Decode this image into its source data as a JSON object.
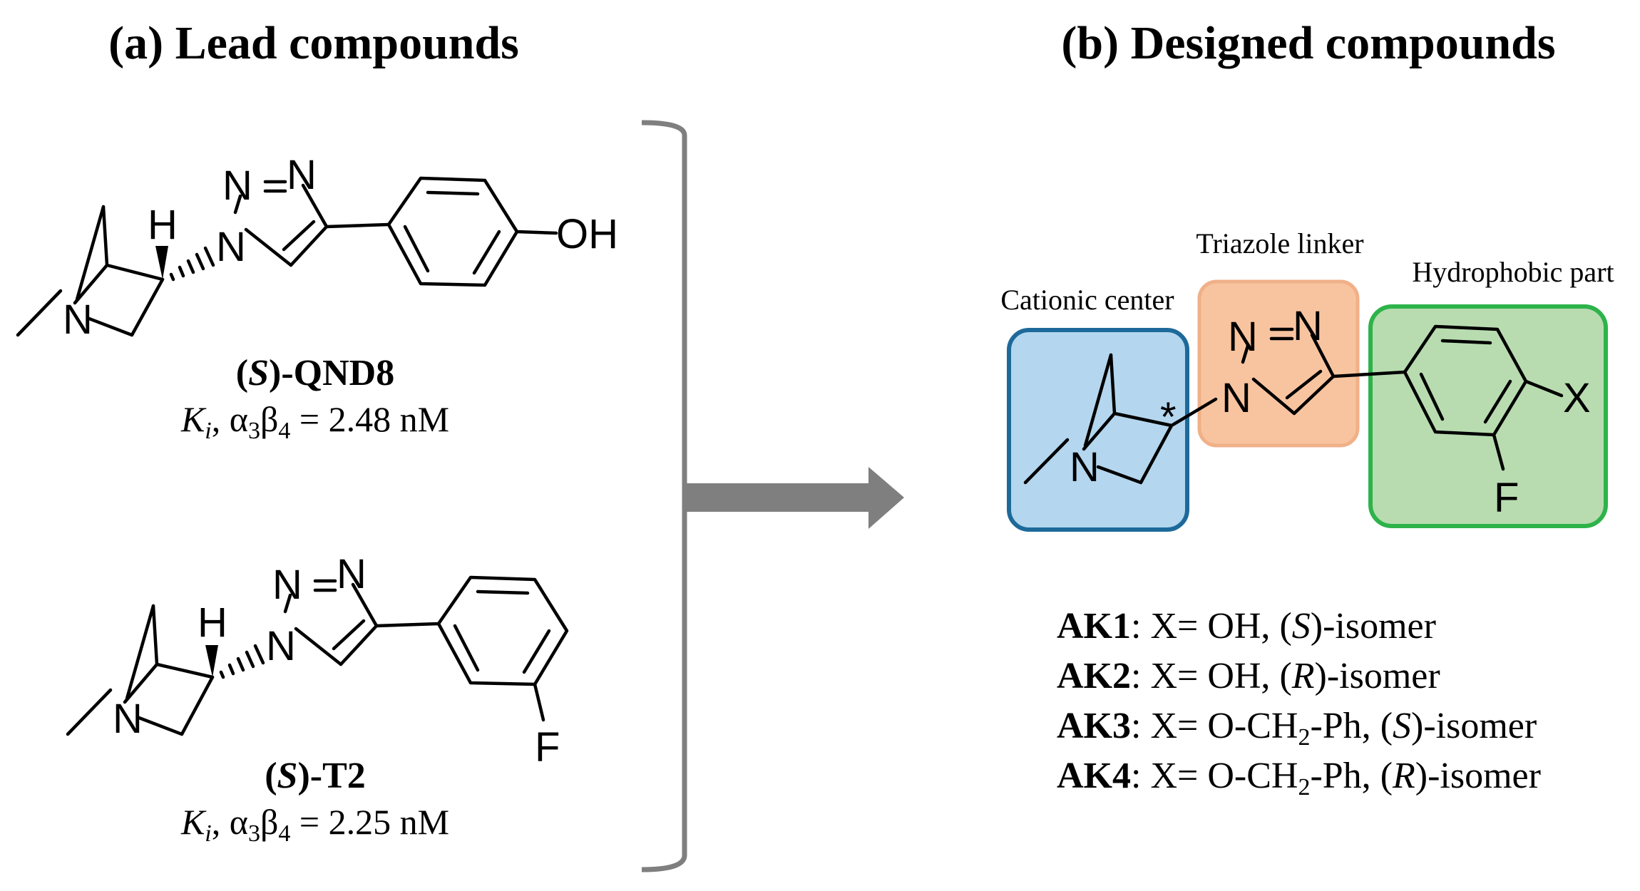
{
  "panels": {
    "a": {
      "title": "(a) Lead compounds"
    },
    "b": {
      "title": "(b) Designed compounds"
    }
  },
  "compounds": [
    {
      "name_prefix": "(",
      "name_italic": "S",
      "name_suffix": ")-QND8",
      "ki_value": "= 2.48 nM",
      "substituent": "OH"
    },
    {
      "name_prefix": "(",
      "name_italic": "S",
      "name_suffix": ")-T2",
      "ki_value": "= 2.25 nM",
      "substituent": "F"
    }
  ],
  "ki": {
    "K": "K",
    "i": "i",
    "alpha": "α",
    "alpha_sub": "3",
    "beta": "β",
    "beta_sub": "4"
  },
  "atoms": {
    "N": "N",
    "H": "H",
    "F": "F",
    "X": "X",
    "star": "*"
  },
  "regions": {
    "cationic": {
      "label": "Cationic center",
      "color": "#b4d6ee",
      "border": "#1d6a9a"
    },
    "linker": {
      "label": "Triazole linker",
      "color": "#f8c4a0",
      "border": "#f0b088"
    },
    "hydrophobic": {
      "label": "Hydrophobic part",
      "color": "#b8dcb0",
      "border": "#2db34a"
    }
  },
  "designed_list": [
    {
      "code": "AK1",
      "x_pre": ": X= OH,  ",
      "x_sub": "",
      "x_post": "",
      "iso_open": "(",
      "iso": "S",
      "iso_rest": ")-isomer"
    },
    {
      "code": "AK2",
      "x_pre": ": X= OH,  ",
      "x_sub": "",
      "x_post": "",
      "iso_open": "(",
      "iso": "R",
      "iso_rest": ")-isomer"
    },
    {
      "code": "AK3",
      "x_pre": ": X= O-CH",
      "x_sub": "2",
      "x_post": "-Ph, ",
      "iso_open": "(",
      "iso": "S",
      "iso_rest": ")-isomer"
    },
    {
      "code": "AK4",
      "x_pre": ": X= O-CH",
      "x_sub": "2",
      "x_post": "-Ph, ",
      "iso_open": "(",
      "iso": "R",
      "iso_rest": ")-isomer"
    }
  ],
  "colors": {
    "bracket_arrow": "#7f7f7f"
  }
}
